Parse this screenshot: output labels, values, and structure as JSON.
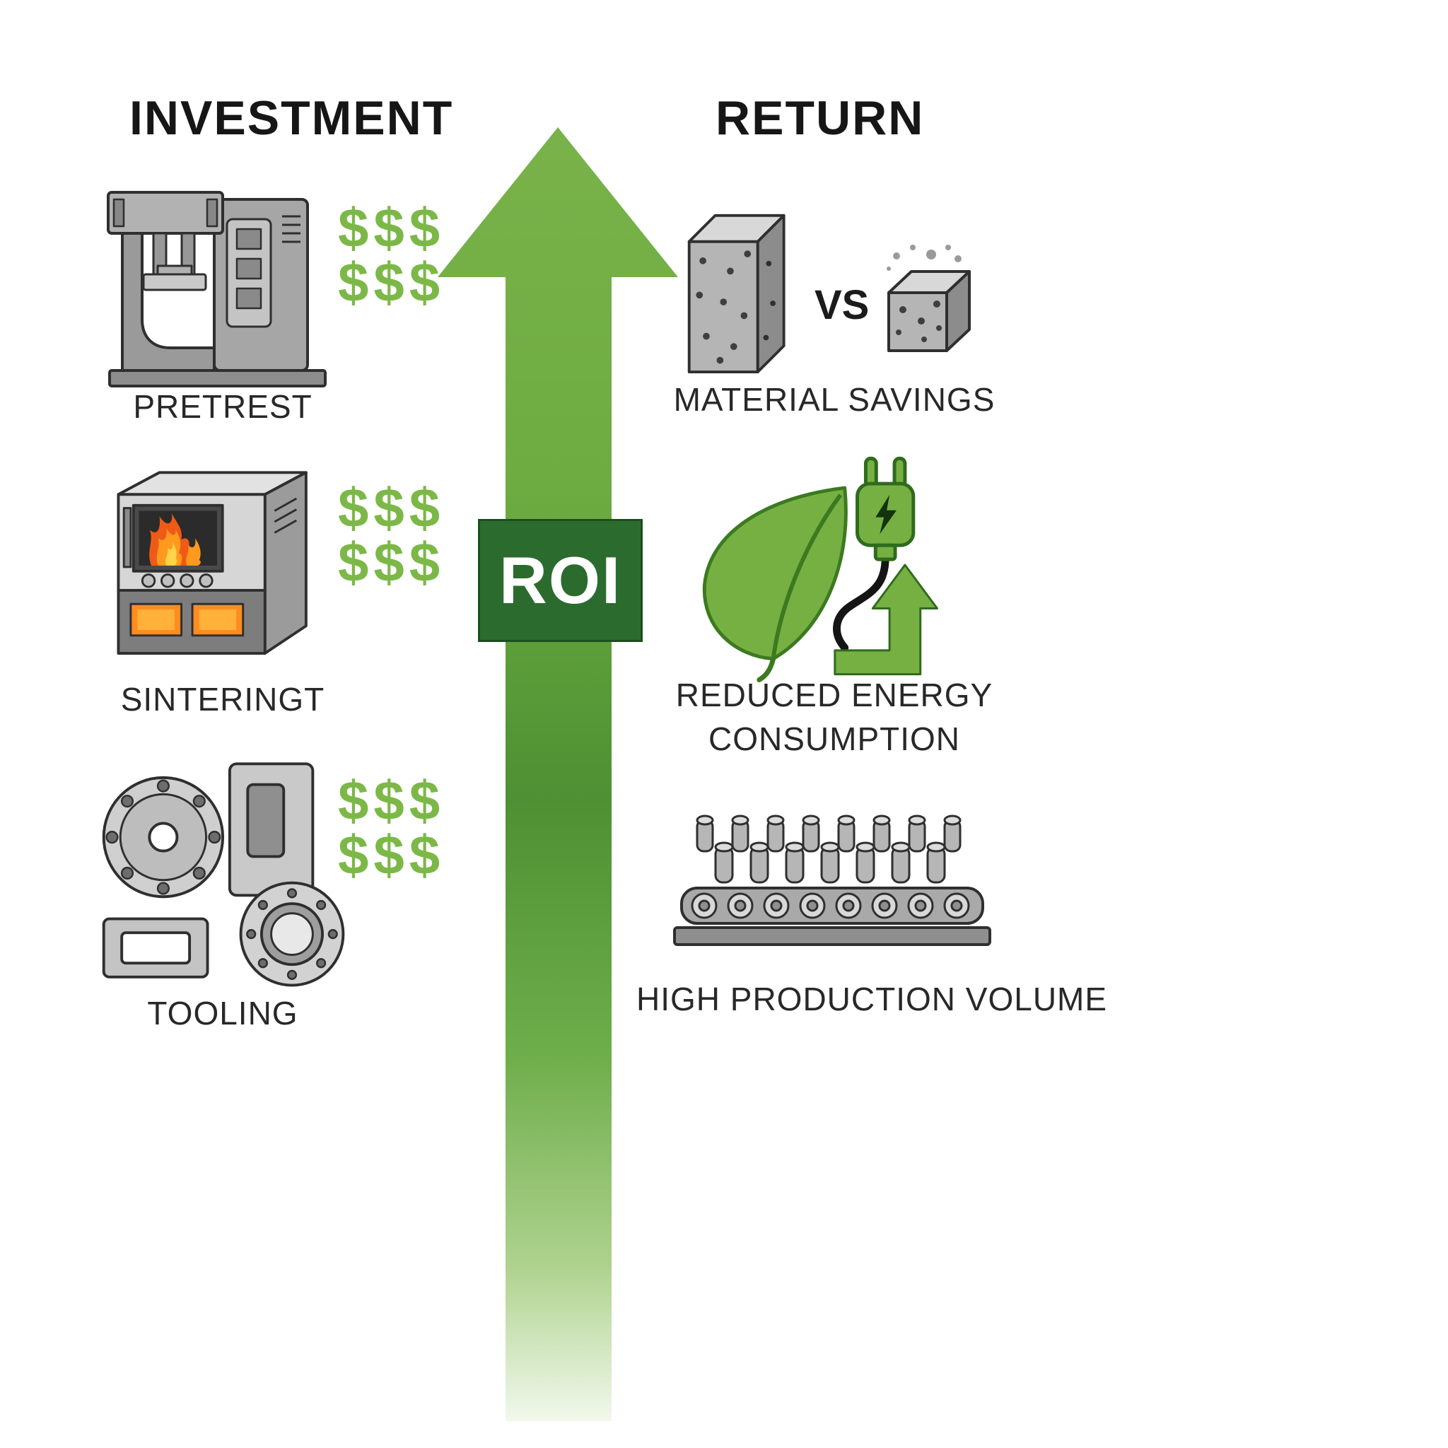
{
  "colors": {
    "arrow_green": "#74ae45",
    "arrow_green_dark": "#4e9033",
    "roi_box_green": "#2b6c2e",
    "dollar_green": "#7cb847",
    "text_dark": "#161616",
    "flame_orange": "#ff8c1e",
    "machine_gray": "#9e9e9e"
  },
  "investment": {
    "title": "INVESTMENT",
    "items": [
      {
        "name": "press",
        "label": "PRETREST",
        "dollars": [
          "$$$",
          "$$$"
        ]
      },
      {
        "name": "sintering-furnace",
        "label": "SINTERINGT",
        "dollars": [
          "$$$",
          "$$$"
        ]
      },
      {
        "name": "tooling",
        "label": "TOOLING",
        "dollars": [
          "$$$",
          "$$$"
        ]
      }
    ]
  },
  "return_col": {
    "title": "RETURN",
    "items": [
      {
        "name": "material-savings",
        "label": "MATERIAL SAVINGS",
        "vs_label": "VS"
      },
      {
        "name": "reduced-energy",
        "label_line1": "REDUCED ENERGY",
        "label_line2": "CONSUMPTION"
      },
      {
        "name": "high-production-volume",
        "label": "HIGH PRODUCTION VOLUME"
      }
    ]
  },
  "center": {
    "roi_label": "ROI"
  }
}
